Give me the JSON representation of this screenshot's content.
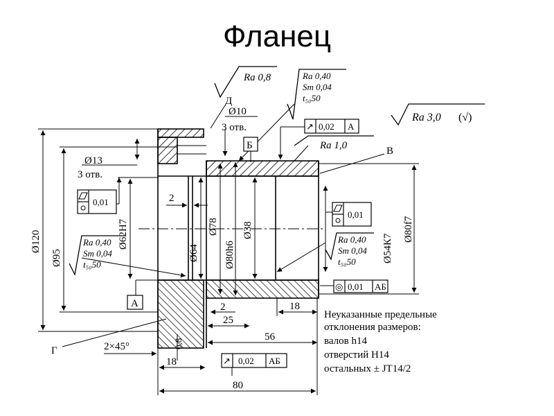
{
  "page": {
    "title": "Фланец"
  },
  "drawing": {
    "dims": {
      "d120": "Ø120",
      "d95": "Ø95",
      "d13": "Ø13",
      "holes3": "3 отв.",
      "d62H7": "Ø62Н7",
      "d64": "Ø64",
      "d78": "Ø78",
      "d80h6": "Ø80h6",
      "d38": "Ø38",
      "d54K7": "Ø54К7",
      "d80f7": "Ø80f7",
      "d10": "Ø10",
      "holes3b": "3 отв.",
      "two_a": "2",
      "two_b": "2",
      "l18a": "18",
      "l25": "25",
      "l56": "56",
      "l18b": "18",
      "l80": "80",
      "chamfer": "2×45°",
      "ch08": "0,8"
    },
    "letters": {
      "D": "Д",
      "B": "Б",
      "V": "В",
      "A": "А",
      "G": "Г"
    },
    "roughness": {
      "ra08": "Ra 0,8",
      "ra10": "Ra 1,0",
      "ra30": "Ra 3,0",
      "general_mark": "(√)",
      "top_block": [
        "Ra 0,40",
        "Sm 0,04",
        "t₅₀50"
      ],
      "left_block": [
        "Ra 0,40",
        "Sm 0,04",
        "t₅₀50"
      ],
      "right_block": [
        "Ra 0,40",
        "Sm 0,04",
        "t₅₀50"
      ]
    },
    "tolerances": {
      "runout_top": {
        "symbol": "↗",
        "value": "0,02",
        "datum": "А"
      },
      "flat_left": {
        "value": "0,01"
      },
      "flat_right": {
        "value": "0,01"
      },
      "coax": {
        "symbol": "◎",
        "value": "0,01",
        "datum": "АБ"
      },
      "runout_bottom": {
        "symbol": "↗",
        "value": "0,02",
        "datum": "АБ"
      }
    },
    "notes": [
      "Неуказанные предельные",
      "отклонения размеров:",
      "валов h14",
      "отверстий H14",
      "остальных ± JT14/2"
    ]
  }
}
